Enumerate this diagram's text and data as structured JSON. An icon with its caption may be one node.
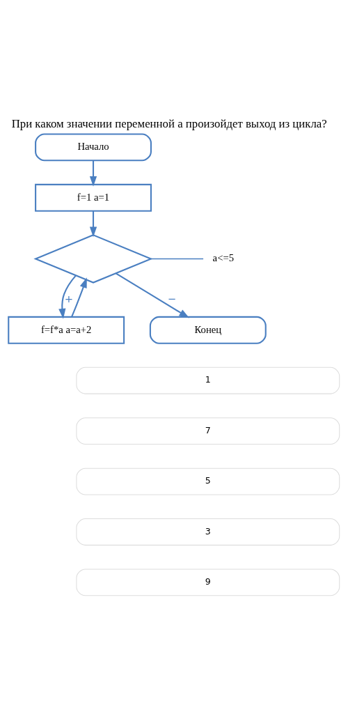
{
  "diagram": {
    "title": "При каком значении переменной а произойдет выход из цикла?",
    "nodes": [
      {
        "text": [
          "Начало"
        ]
      },
      {
        "text": [
          "f=1 a=1"
        ]
      },
      {
        "text": [],
        "shape": "diamond"
      },
      {
        "text": [
          "a<=5"
        ]
      },
      {
        "text": [
          "f=f*a a=a+2"
        ]
      },
      {
        "text": [
          "Конец"
        ]
      },
      {
        "text": [
          "1"
        ]
      },
      {
        "text": [
          "7"
        ]
      },
      {
        "text": [
          "5"
        ]
      },
      {
        "text": [
          "3"
        ]
      },
      {
        "text": [
          "9"
        ]
      }
    ],
    "edges": [
      {
        "from": 0,
        "to": 1,
        "arrow": "to"
      },
      {
        "from": 1,
        "to": 2,
        "arrow": "to"
      },
      {
        "from": 2,
        "to": 4,
        "arrow": "to",
        "label": "+"
      },
      {
        "from": 4,
        "to": 2,
        "arrow": "to"
      },
      {
        "from": 2,
        "to": 5,
        "arrow": "to",
        "label": "−"
      },
      {
        "from": 3,
        "to": 2,
        "arrow": "none"
      }
    ]
  }
}
